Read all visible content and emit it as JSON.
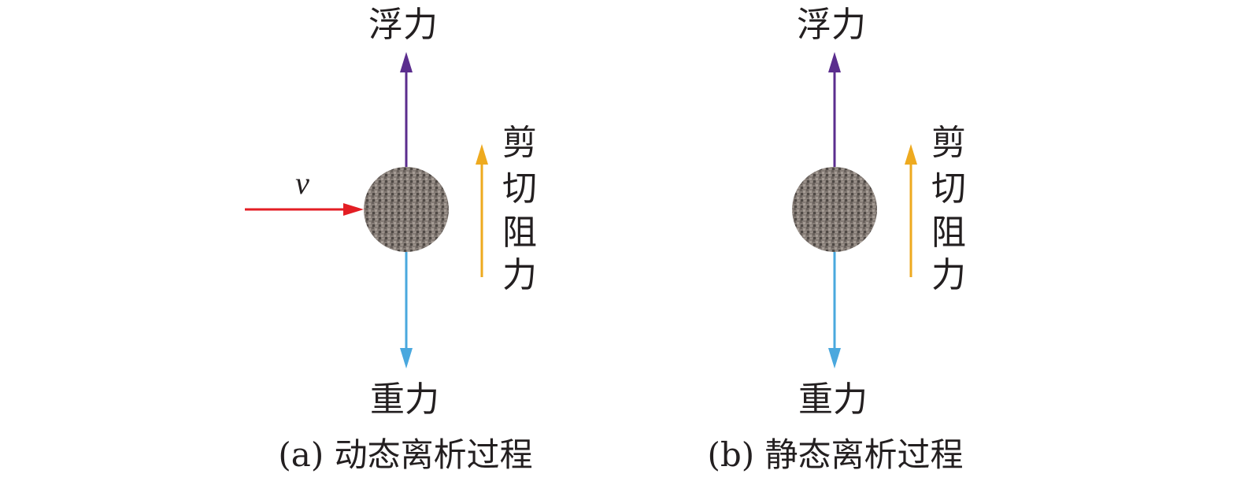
{
  "colors": {
    "buoyancy": "#5b2d8e",
    "gravity": "#4aa8de",
    "velocity": "#e31e24",
    "shear": "#eeaa1f",
    "particle": "#7d756f"
  },
  "panels": [
    {
      "buoyancy_label": "浮力",
      "shear_label": [
        "剪",
        "切",
        "阻",
        "力"
      ],
      "gravity_label": "重力",
      "velocity_label": "v",
      "caption": "(a) 动态离析过程"
    },
    {
      "buoyancy_label": "浮力",
      "shear_label": [
        "剪",
        "切",
        "阻",
        "力"
      ],
      "gravity_label": "重力",
      "caption": "(b) 静态离析过程"
    }
  ]
}
